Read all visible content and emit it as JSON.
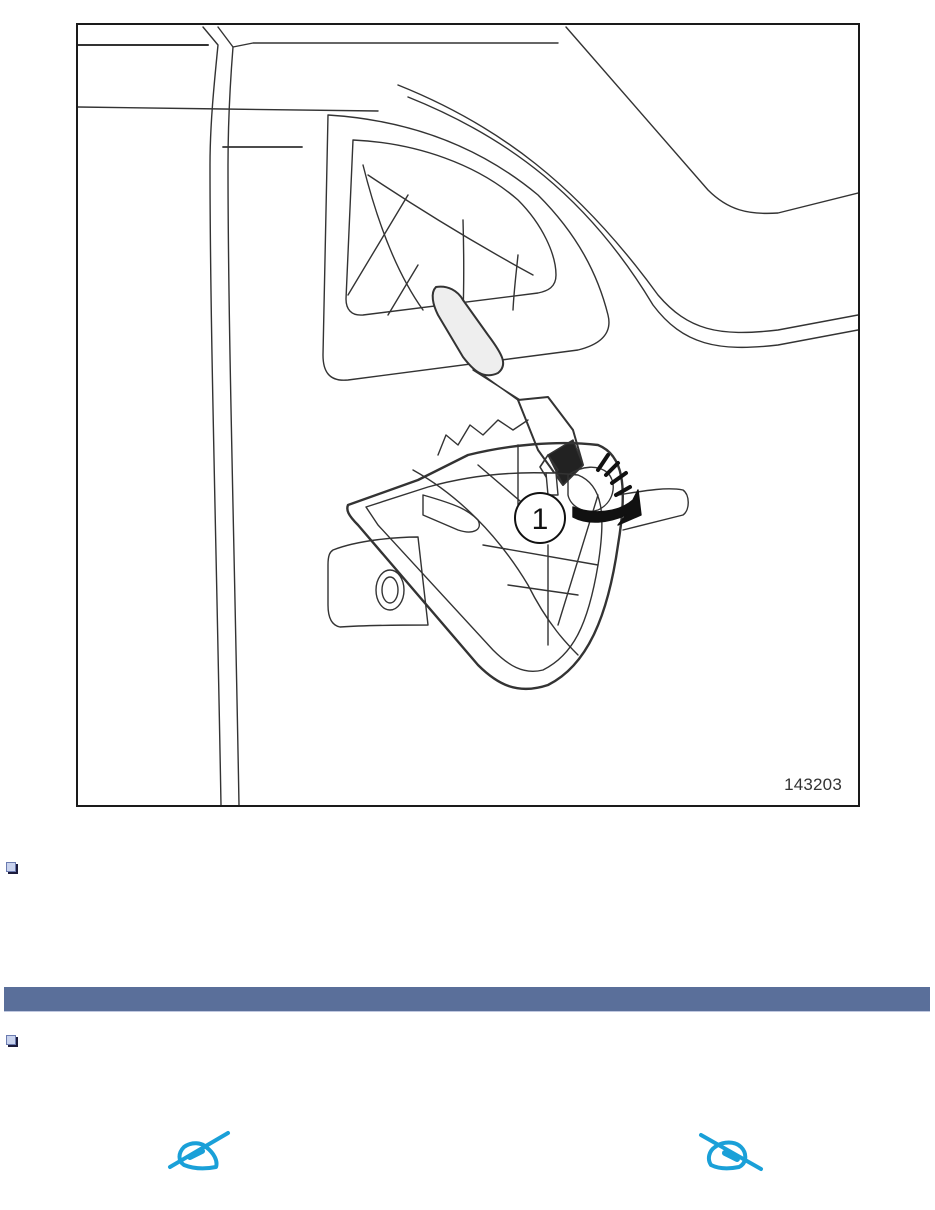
{
  "figure": {
    "reference_number": "143203",
    "callouts": [
      {
        "label": "1"
      }
    ],
    "description": "Line drawing: interior door handle assembly being removed with a screwdriver; arrow shows rotation to release clip 1"
  },
  "bullets": [
    {
      "id": "bullet-1",
      "text": ""
    },
    {
      "id": "bullet-2",
      "text": ""
    }
  ],
  "section_bar": {
    "title": "",
    "color": "#5a6f9a"
  },
  "note_icons": [
    {
      "name": "note-pen-icon-left",
      "color": "#1aa0d8"
    },
    {
      "name": "note-pen-icon-right",
      "color": "#1aa0d8"
    }
  ]
}
